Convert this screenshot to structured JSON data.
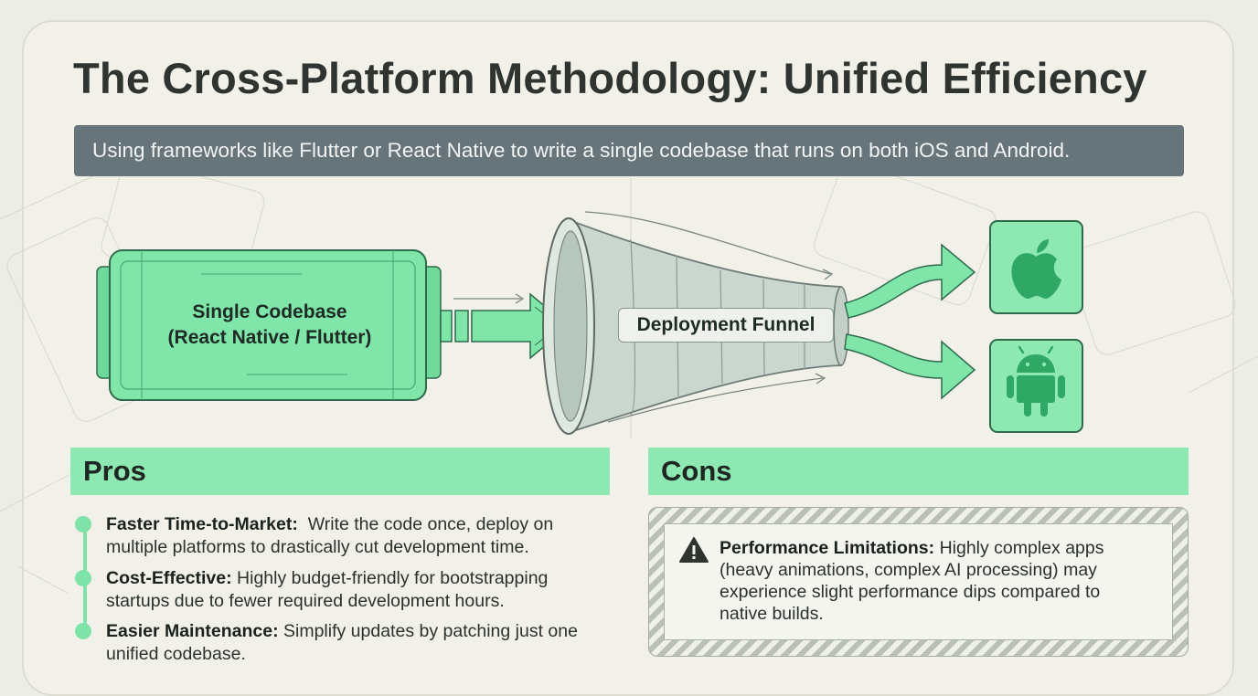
{
  "title": "The Cross-Platform Methodology: Unified Efficiency",
  "subtitle": "Using frameworks like Flutter or React Native to write a single codebase that runs on both iOS and Android.",
  "diagram": {
    "codebase_line1": "Single Codebase",
    "codebase_line2": "(React Native / Flutter)",
    "funnel_label": "Deployment Funnel",
    "targets": [
      {
        "platform": "iOS",
        "icon": "apple-icon"
      },
      {
        "platform": "Android",
        "icon": "android-icon"
      }
    ]
  },
  "pros": {
    "heading": "Pros",
    "items": [
      {
        "title": "Faster Time-to-Market:",
        "text": "Write the code once, deploy on multiple platforms to drastically cut development time."
      },
      {
        "title": "Cost-Effective:",
        "text": "Highly budget-friendly for bootstrapping startups due to fewer required development hours."
      },
      {
        "title": "Easier Maintenance:",
        "text": "Simplify updates by patching just one unified codebase."
      }
    ]
  },
  "cons": {
    "heading": "Cons",
    "items": [
      {
        "title": "Performance Limitations:",
        "text": "Highly complex apps (heavy animations, complex AI processing) may experience slight performance dips compared to native builds.",
        "icon": "warning-icon"
      }
    ]
  },
  "colors": {
    "accent_green": "#8ee8b2",
    "dark_green": "#2fa866",
    "subtitle_bg": "#67747a",
    "page_bg": "#ecede5"
  }
}
